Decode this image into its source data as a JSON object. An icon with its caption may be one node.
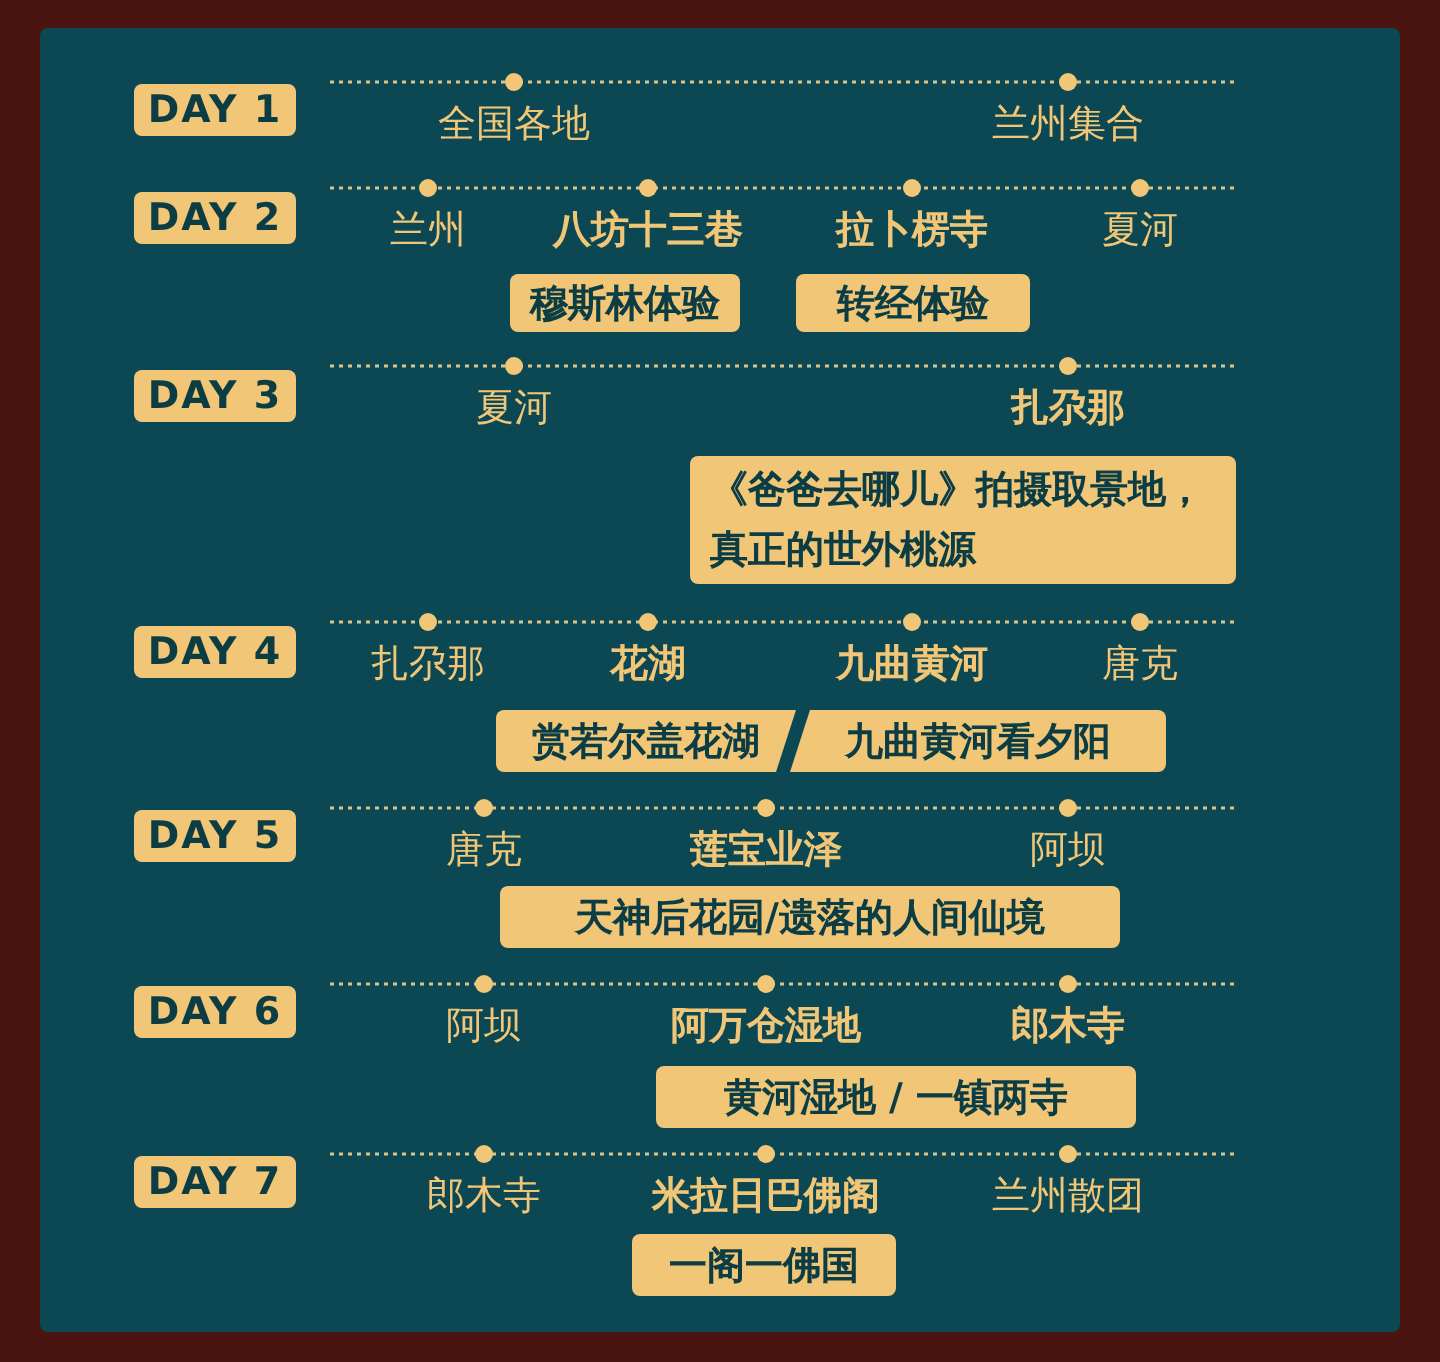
{
  "diagram": {
    "nodes": [
      {
        "text": [
          "DAY 1"
        ]
      },
      {
        "text": [
          "DAY 2"
        ]
      },
      {
        "text": [
          "穆斯林体验"
        ]
      },
      {
        "text": [
          "转经体验"
        ]
      },
      {
        "text": [
          "DAY 3"
        ]
      },
      {
        "text": [
          "《爸爸去哪儿》拍摄取景地，真正的世外桃源"
        ]
      },
      {
        "text": [
          "DAY 4"
        ]
      },
      {
        "text": [
          "赏若尔盖花湖"
        ]
      },
      {
        "text": [
          "九曲黄河看夕阳"
        ]
      },
      {
        "text": [
          "DAY 5"
        ]
      },
      {
        "text": [
          "天神后花园/遗落的人间仙境"
        ]
      },
      {
        "text": [
          "DAY 6"
        ]
      },
      {
        "text": [
          "黄河湿地 / 一镇两寺"
        ]
      },
      {
        "text": [
          "DAY 7"
        ]
      },
      {
        "text": [
          "一阁一佛国"
        ]
      }
    ],
    "labels": [
      "全国各地",
      "兰州集合",
      "兰州",
      "八坊十三巷",
      "拉卜楞寺",
      "夏河",
      "夏河",
      "扎尕那",
      "扎尕那",
      "花湖",
      "九曲黄河",
      "唐克",
      "唐克",
      "莲宝业泽",
      "阿坝",
      "阿坝",
      "阿万仓湿地",
      "郎木寺",
      "郎木寺",
      "米拉日巴佛阁",
      "兰州散团"
    ]
  }
}
